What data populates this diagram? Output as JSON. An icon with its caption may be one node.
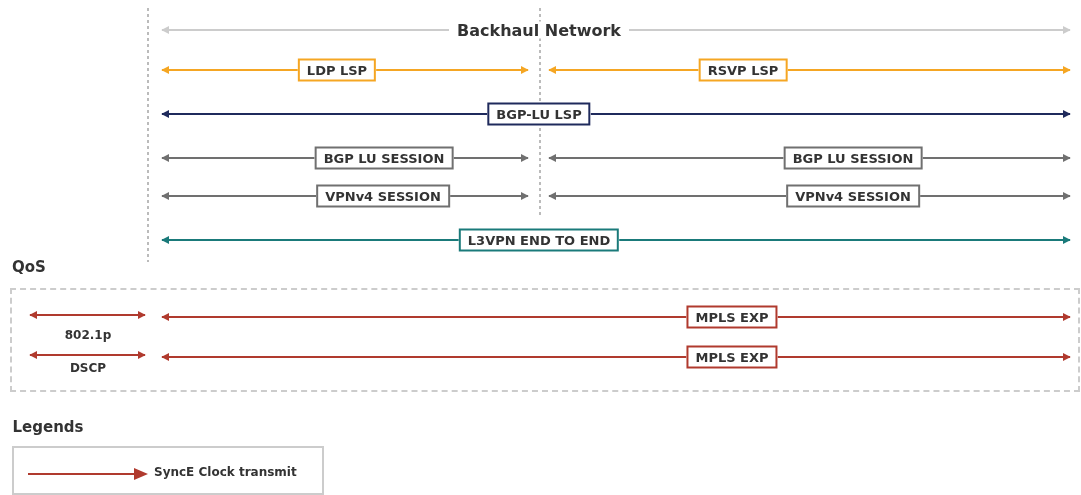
{
  "diagram": {
    "nodes": [
      {
        "text": [
          "Backhaul Network"
        ]
      },
      {
        "text": [
          "LDP LSP"
        ]
      },
      {
        "text": [
          "RSVP LSP"
        ]
      },
      {
        "text": [
          "BGP-LU LSP"
        ]
      },
      {
        "text": [
          "BGP LU SESSION"
        ]
      },
      {
        "text": [
          "BGP LU SESSION"
        ]
      },
      {
        "text": [
          "VPNv4 SESSION"
        ]
      },
      {
        "text": [
          "VPNv4 SESSION"
        ]
      },
      {
        "text": [
          "L3VPN END TO END"
        ]
      },
      {
        "text": [
          "QoS"
        ]
      },
      {
        "text": [
          "MPLS EXP"
        ],
        "in": 9
      },
      {
        "text": [
          "MPLS EXP"
        ],
        "in": 9
      }
    ],
    "edges": [
      {
        "from": 0,
        "to": null,
        "arrow": "to",
        "color": "#cccccc"
      },
      {
        "from": 0,
        "to": null,
        "arrow": "to",
        "color": "#cccccc"
      },
      {
        "from": 1,
        "to": null,
        "arrow": "to",
        "color": "#f5a623"
      },
      {
        "from": 1,
        "to": null,
        "arrow": "to",
        "color": "#f5a623"
      },
      {
        "from": 2,
        "to": null,
        "arrow": "to",
        "color": "#f5a623"
      },
      {
        "from": 2,
        "to": null,
        "arrow": "to",
        "color": "#f5a623"
      },
      {
        "from": 3,
        "to": null,
        "arrow": "to",
        "color": "#1f2a5c"
      },
      {
        "from": 3,
        "to": null,
        "arrow": "to",
        "color": "#1f2a5c"
      },
      {
        "from": 4,
        "to": null,
        "arrow": "to"
      },
      {
        "from": 4,
        "to": null,
        "arrow": "to"
      },
      {
        "from": 5,
        "to": null,
        "arrow": "to"
      },
      {
        "from": 5,
        "to": null,
        "arrow": "to"
      },
      {
        "from": 6,
        "to": null,
        "arrow": "to"
      },
      {
        "from": 6,
        "to": null,
        "arrow": "to"
      },
      {
        "from": 7,
        "to": null,
        "arrow": "to"
      },
      {
        "from": 7,
        "to": null,
        "arrow": "to"
      },
      {
        "from": 8,
        "to": null,
        "arrow": "to",
        "color": "#1a7a7a"
      },
      {
        "from": 8,
        "to": null,
        "arrow": "to",
        "color": "#1a7a7a"
      },
      {
        "from": 10,
        "to": null,
        "arrow": "to",
        "color": "#b03a2e"
      },
      {
        "from": 10,
        "to": null,
        "arrow": "to",
        "color": "#b03a2e"
      },
      {
        "from": 11,
        "to": null,
        "arrow": "to",
        "color": "#b03a2e"
      },
      {
        "from": 11,
        "to": null,
        "arrow": "to",
        "color": "#b03a2e"
      }
    ],
    "labels": [
      "802.1p",
      "DSCP",
      "Legends"
    ],
    "legend": [
      {
        "text": "SyncE Clock transmit"
      }
    ]
  }
}
